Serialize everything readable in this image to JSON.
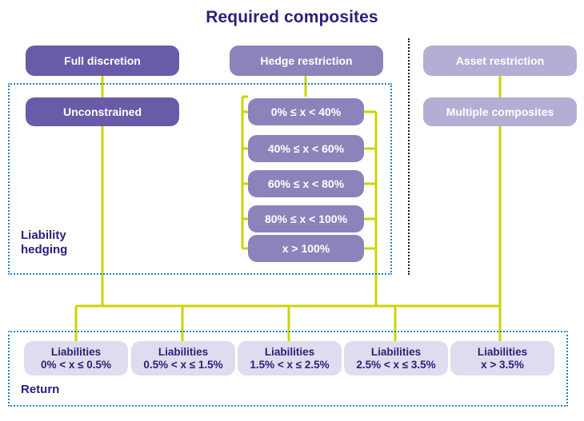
{
  "title": "Required composites",
  "colors": {
    "title": "#2b2178",
    "dark_purple": "#6a5ba8",
    "mid_purple": "#8d83bb",
    "light_purple": "#b3aed4",
    "pale_purple": "#dedcee",
    "connector": "#ccd400",
    "region_border": "#1b87c9",
    "divider": "#15151c"
  },
  "regions": {
    "liability_hedging": {
      "label": "Liability hedging"
    },
    "return": {
      "label": "Return"
    }
  },
  "columns": {
    "full_discretion": {
      "header": "Full discretion",
      "child": "Unconstrained"
    },
    "hedge_restriction": {
      "header": "Hedge restriction",
      "children": [
        "0% ≤ x < 40%",
        "40% ≤ x < 60%",
        "60% ≤ x < 80%",
        "80% ≤ x < 100%",
        "x > 100%"
      ]
    },
    "asset_restriction": {
      "header": "Asset restriction",
      "child": "Multiple composites"
    }
  },
  "liabilities": [
    {
      "line1": "Liabilities",
      "line2": "0% < x ≤ 0.5%"
    },
    {
      "line1": "Liabilities",
      "line2": "0.5% < x ≤ 1.5%"
    },
    {
      "line1": "Liabilities",
      "line2": "1.5% < x ≤ 2.5%"
    },
    {
      "line1": "Liabilities",
      "line2": "2.5% < x ≤ 3.5%"
    },
    {
      "line1": "Liabilities",
      "line2": "x > 3.5%"
    }
  ],
  "chart_data": {
    "type": "diagram",
    "title": "Required composites",
    "nodes": [
      {
        "id": "full-discretion",
        "label": "Full discretion",
        "level": 1,
        "column": "full_discretion",
        "style": "dark"
      },
      {
        "id": "unconstrained",
        "label": "Unconstrained",
        "level": 2,
        "column": "full_discretion",
        "style": "dark"
      },
      {
        "id": "hedge-restriction",
        "label": "Hedge restriction",
        "level": 1,
        "column": "hedge_restriction",
        "style": "mid"
      },
      {
        "id": "hedge-0-40",
        "label": "0% ≤ x < 40%",
        "level": 2,
        "column": "hedge_restriction",
        "style": "mid"
      },
      {
        "id": "hedge-40-60",
        "label": "40% ≤ x < 60%",
        "level": 2,
        "column": "hedge_restriction",
        "style": "mid"
      },
      {
        "id": "hedge-60-80",
        "label": "60% ≤ x < 80%",
        "level": 2,
        "column": "hedge_restriction",
        "style": "mid"
      },
      {
        "id": "hedge-80-100",
        "label": "80% ≤ x < 100%",
        "level": 2,
        "column": "hedge_restriction",
        "style": "mid"
      },
      {
        "id": "hedge-over-100",
        "label": "x > 100%",
        "level": 2,
        "column": "hedge_restriction",
        "style": "mid"
      },
      {
        "id": "asset-restriction",
        "label": "Asset restriction",
        "level": 1,
        "column": "asset_restriction",
        "style": "light"
      },
      {
        "id": "multiple-composites",
        "label": "Multiple composites",
        "level": 2,
        "column": "asset_restriction",
        "style": "light"
      },
      {
        "id": "liab-1",
        "label": "Liabilities 0% < x ≤ 0.5%",
        "level": 3,
        "style": "pale"
      },
      {
        "id": "liab-2",
        "label": "Liabilities 0.5% < x ≤ 1.5%",
        "level": 3,
        "style": "pale"
      },
      {
        "id": "liab-3",
        "label": "Liabilities 1.5% < x ≤ 2.5%",
        "level": 3,
        "style": "pale"
      },
      {
        "id": "liab-4",
        "label": "Liabilities 2.5% < x ≤ 3.5%",
        "level": 3,
        "style": "pale"
      },
      {
        "id": "liab-5",
        "label": "Liabilities x > 3.5%",
        "level": 3,
        "style": "pale"
      }
    ],
    "groups": [
      {
        "label": "Liability hedging",
        "contains": [
          "unconstrained",
          "hedge-0-40",
          "hedge-40-60",
          "hedge-60-80",
          "hedge-80-100",
          "hedge-over-100"
        ]
      },
      {
        "label": "Return",
        "contains": [
          "liab-1",
          "liab-2",
          "liab-3",
          "liab-4",
          "liab-5"
        ]
      }
    ]
  }
}
